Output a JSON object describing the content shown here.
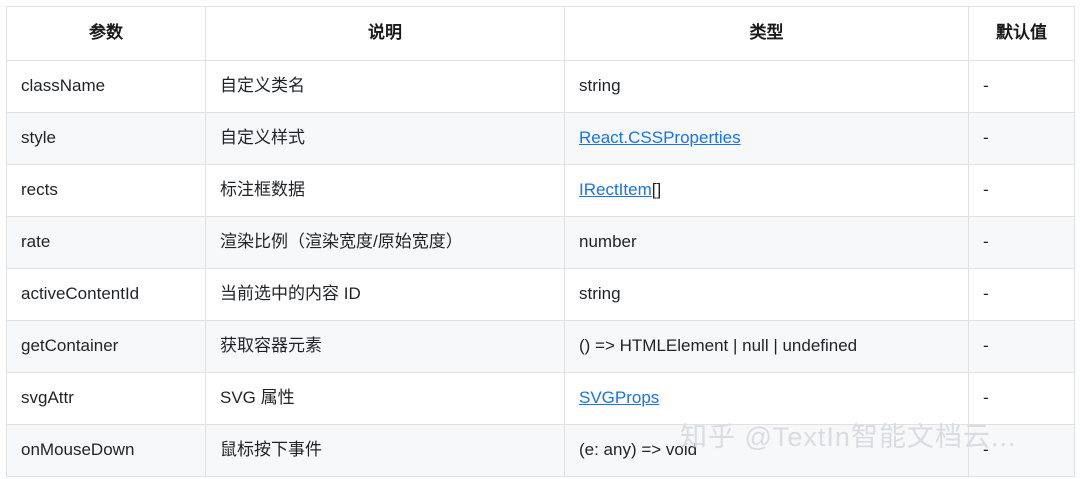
{
  "table": {
    "columns": [
      {
        "key": "param",
        "label": "参数"
      },
      {
        "key": "desc",
        "label": "说明"
      },
      {
        "key": "type",
        "label": "类型"
      },
      {
        "key": "default",
        "label": "默认值"
      }
    ],
    "rows": [
      {
        "param": "className",
        "desc": "自定义类名",
        "type": "string",
        "type_link": "",
        "type_suffix": "",
        "default": "-"
      },
      {
        "param": "style",
        "desc": "自定义样式",
        "type": "",
        "type_link": "React.CSSProperties",
        "type_suffix": "",
        "default": "-"
      },
      {
        "param": "rects",
        "desc": "标注框数据",
        "type": "",
        "type_link": "IRectItem",
        "type_suffix": "[]",
        "default": "-"
      },
      {
        "param": "rate",
        "desc": "渲染比例（渲染宽度/原始宽度）",
        "type": "number",
        "type_link": "",
        "type_suffix": "",
        "default": "-"
      },
      {
        "param": "activeContentId",
        "desc": "当前选中的内容 ID",
        "type": "string",
        "type_link": "",
        "type_suffix": "",
        "default": "-"
      },
      {
        "param": "getContainer",
        "desc": "获取容器元素",
        "type": "() => HTMLElement | null | undefined",
        "type_link": "",
        "type_suffix": "",
        "default": "-"
      },
      {
        "param": "svgAttr",
        "desc": "SVG 属性",
        "type": "",
        "type_link": "SVGProps",
        "type_suffix": "",
        "default": "-"
      },
      {
        "param": "onMouseDown",
        "desc": "鼠标按下事件",
        "type": "(e: any) => void",
        "type_link": "",
        "type_suffix": "",
        "default": "-"
      }
    ]
  },
  "watermark": {
    "text": "知乎 @TextIn智能文档云..."
  },
  "colors": {
    "link": "#1772f6",
    "border": "#dfe2e5",
    "row_alt": "#f6f8fa",
    "text": "#1f2328",
    "watermark": "#d9dde1"
  }
}
